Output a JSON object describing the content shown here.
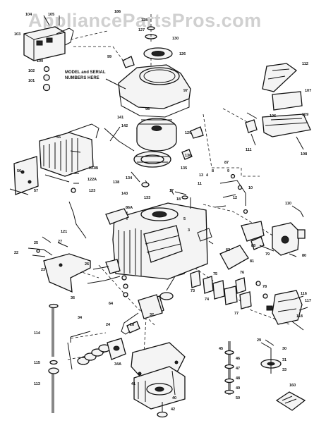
{
  "watermark": "AppliancePartsPros.com",
  "notes": {
    "model_serial": [
      "MODEL and SERIAL",
      "NUMBERS HERE"
    ]
  },
  "callouts": [
    {
      "id": "104",
      "text": "104"
    },
    {
      "id": "105",
      "text": "105"
    },
    {
      "id": "103",
      "text": "103"
    },
    {
      "id": "102",
      "text": "102"
    },
    {
      "id": "101",
      "text": "101"
    },
    {
      "id": "100",
      "text": "100"
    },
    {
      "id": "99",
      "text": "99"
    },
    {
      "id": "186",
      "text": "186"
    },
    {
      "id": "128",
      "text": "128"
    },
    {
      "id": "130",
      "text": "130"
    },
    {
      "id": "127",
      "text": "127"
    },
    {
      "id": "126",
      "text": "126"
    },
    {
      "id": "97",
      "text": "97"
    },
    {
      "id": "98",
      "text": "98"
    },
    {
      "id": "141",
      "text": "141"
    },
    {
      "id": "142",
      "text": "142"
    },
    {
      "id": "129",
      "text": "129"
    },
    {
      "id": "136",
      "text": "136"
    },
    {
      "id": "135",
      "text": "135"
    },
    {
      "id": "134",
      "text": "134"
    },
    {
      "id": "133",
      "text": "133"
    },
    {
      "id": "138",
      "text": "138"
    },
    {
      "id": "143",
      "text": "143"
    },
    {
      "id": "123B",
      "text": "123B"
    },
    {
      "id": "122A",
      "text": "122A"
    },
    {
      "id": "123",
      "text": "123"
    },
    {
      "id": "121",
      "text": "121"
    },
    {
      "id": "112",
      "text": "112"
    },
    {
      "id": "107",
      "text": "107"
    },
    {
      "id": "106",
      "text": "106"
    },
    {
      "id": "109",
      "text": "109"
    },
    {
      "id": "108",
      "text": "108"
    },
    {
      "id": "111",
      "text": "111"
    },
    {
      "id": "110",
      "text": "110"
    },
    {
      "id": "55",
      "text": "55"
    },
    {
      "id": "56",
      "text": "56"
    },
    {
      "id": "57",
      "text": "57"
    },
    {
      "id": "17",
      "text": "17"
    },
    {
      "id": "18",
      "text": "18"
    },
    {
      "id": "86A",
      "text": "86A"
    },
    {
      "id": "5",
      "text": "5"
    },
    {
      "id": "3",
      "text": "3"
    },
    {
      "id": "13",
      "text": "13"
    },
    {
      "id": "12",
      "text": "12"
    },
    {
      "id": "11",
      "text": "11"
    },
    {
      "id": "8",
      "text": "8"
    },
    {
      "id": "9",
      "text": "9"
    },
    {
      "id": "4",
      "text": "4"
    },
    {
      "id": "10",
      "text": "10"
    },
    {
      "id": "87",
      "text": "87"
    },
    {
      "id": "62",
      "text": "62"
    },
    {
      "id": "81",
      "text": "81"
    },
    {
      "id": "88",
      "text": "88"
    },
    {
      "id": "73",
      "text": "73"
    },
    {
      "id": "74",
      "text": "74"
    },
    {
      "id": "75",
      "text": "75"
    },
    {
      "id": "76",
      "text": "76"
    },
    {
      "id": "77",
      "text": "77"
    },
    {
      "id": "78",
      "text": "78"
    },
    {
      "id": "79",
      "text": "79"
    },
    {
      "id": "80",
      "text": "80"
    },
    {
      "id": "116",
      "text": "116"
    },
    {
      "id": "117",
      "text": "117"
    },
    {
      "id": "118",
      "text": "118"
    },
    {
      "id": "22",
      "text": "22"
    },
    {
      "id": "23",
      "text": "23"
    },
    {
      "id": "25",
      "text": "25"
    },
    {
      "id": "26",
      "text": "26"
    },
    {
      "id": "27",
      "text": "27"
    },
    {
      "id": "34",
      "text": "34"
    },
    {
      "id": "36",
      "text": "36"
    },
    {
      "id": "64",
      "text": "64"
    },
    {
      "id": "32",
      "text": "32"
    },
    {
      "id": "114",
      "text": "114"
    },
    {
      "id": "115",
      "text": "115"
    },
    {
      "id": "113",
      "text": "113"
    },
    {
      "id": "24",
      "text": "24"
    },
    {
      "id": "34A",
      "text": "34A"
    },
    {
      "id": "28",
      "text": "28"
    },
    {
      "id": "41",
      "text": "41"
    },
    {
      "id": "40",
      "text": "40"
    },
    {
      "id": "42",
      "text": "42"
    },
    {
      "id": "45",
      "text": "45"
    },
    {
      "id": "46",
      "text": "46"
    },
    {
      "id": "47",
      "text": "47"
    },
    {
      "id": "48",
      "text": "48"
    },
    {
      "id": "49",
      "text": "49"
    },
    {
      "id": "50",
      "text": "50"
    },
    {
      "id": "29",
      "text": "29"
    },
    {
      "id": "30",
      "text": "30"
    },
    {
      "id": "31",
      "text": "31"
    },
    {
      "id": "33",
      "text": "33"
    },
    {
      "id": "160",
      "text": "160"
    }
  ]
}
